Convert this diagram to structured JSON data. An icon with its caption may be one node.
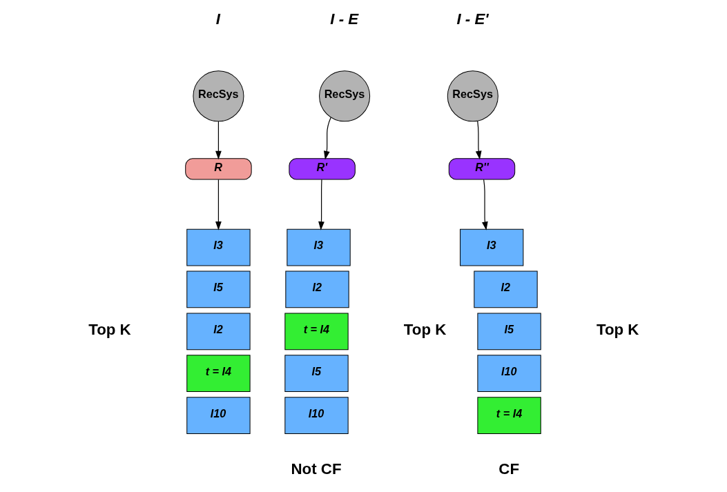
{
  "diagram": {
    "nodes": [
      {
        "text": [
          "RecSys"
        ]
      },
      {
        "text": [
          "R"
        ]
      },
      {
        "text": [
          "I3"
        ]
      },
      {
        "text": [
          "I5"
        ]
      },
      {
        "text": [
          "I2"
        ]
      },
      {
        "text": [
          "t = I4"
        ]
      },
      {
        "text": [
          "I10"
        ]
      },
      {
        "text": [
          "RecSys"
        ]
      },
      {
        "text": [
          "R'"
        ]
      },
      {
        "text": [
          "I3"
        ]
      },
      {
        "text": [
          "I2"
        ]
      },
      {
        "text": [
          "t = I4"
        ]
      },
      {
        "text": [
          "I5"
        ]
      },
      {
        "text": [
          "I10"
        ]
      },
      {
        "text": [
          "RecSys"
        ]
      },
      {
        "text": [
          "R''"
        ]
      },
      {
        "text": [
          "I3"
        ]
      },
      {
        "text": [
          "I2"
        ]
      },
      {
        "text": [
          "I5"
        ]
      },
      {
        "text": [
          "I10"
        ]
      },
      {
        "text": [
          "t = I4"
        ]
      }
    ],
    "edges": [
      {
        "from": 0,
        "to": 1,
        "arrow": "to"
      },
      {
        "from": 1,
        "to": 2,
        "arrow": "to"
      },
      {
        "from": 7,
        "to": 8,
        "arrow": "to"
      },
      {
        "from": 8,
        "to": 9,
        "arrow": "to"
      },
      {
        "from": 14,
        "to": 15,
        "arrow": "to"
      },
      {
        "from": 15,
        "to": 16,
        "arrow": "to"
      }
    ],
    "labels": [
      "I",
      "I - E",
      "I - E'",
      "Top K",
      "Top K",
      "Top K",
      "Not CF",
      "CF"
    ]
  }
}
